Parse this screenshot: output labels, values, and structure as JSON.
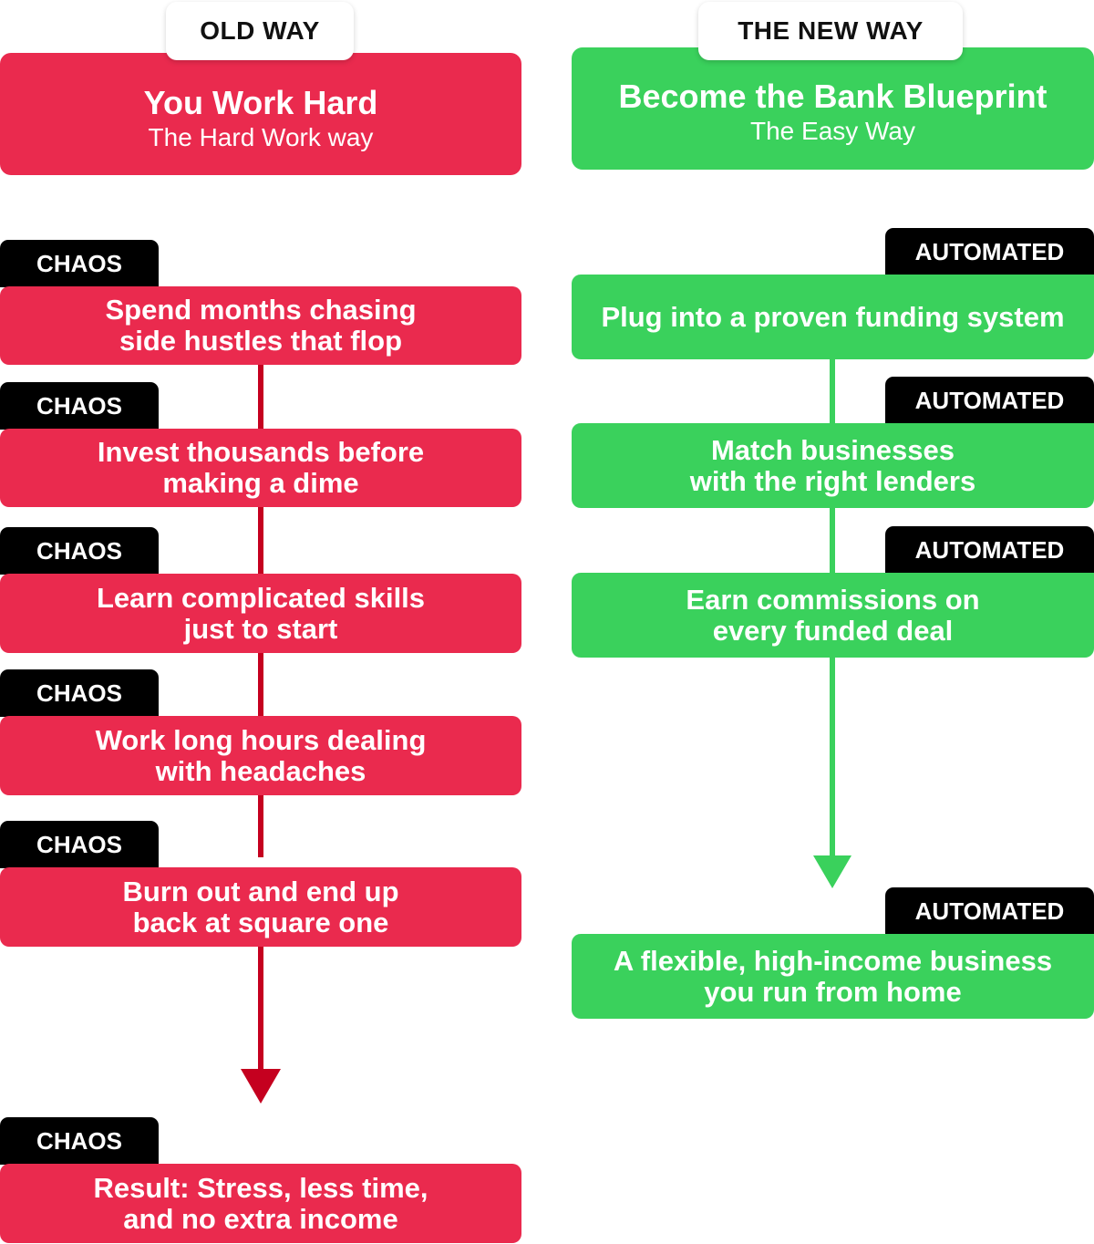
{
  "colors": {
    "old": "#EA2A4E",
    "new": "#3AD15C",
    "old_line": "#C5001F",
    "badge": "#000000"
  },
  "old_way": {
    "tab": "OLD WAY",
    "title": "You Work Hard",
    "subtitle": "The Hard Work way",
    "badge": "CHAOS",
    "steps": [
      {
        "line1": "Spend months chasing",
        "line2": "side hustles that flop"
      },
      {
        "line1": "Invest thousands before",
        "line2": "making a dime"
      },
      {
        "line1": "Learn complicated skills",
        "line2": "just to start"
      },
      {
        "line1": "Work long hours dealing",
        "line2": "with headaches"
      },
      {
        "line1": "Burn out and end up",
        "line2": "back at square one"
      }
    ],
    "result": {
      "line1": "Result: Stress, less time,",
      "line2": "and no extra income"
    }
  },
  "new_way": {
    "tab": "THE NEW WAY",
    "title": "Become the Bank Blueprint",
    "subtitle": "The Easy Way",
    "badge": "AUTOMATED",
    "steps": [
      {
        "line1": "Plug into a proven funding system",
        "line2": ""
      },
      {
        "line1": "Match businesses",
        "line2": "with the right lenders"
      },
      {
        "line1": "Earn commissions on",
        "line2": "every funded deal"
      }
    ],
    "result": {
      "line1": "A flexible, high-income business",
      "line2": "you run from home"
    }
  }
}
